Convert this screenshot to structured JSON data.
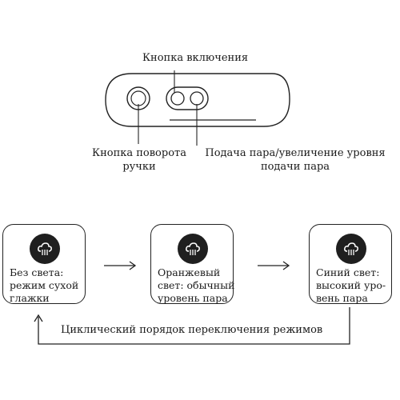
{
  "top_labels": {
    "power_button": "Кнопка включения",
    "handle_rotate_1": "Кнопка поворота",
    "handle_rotate_2": "ручки",
    "steam_1": "Подача пара/увеличение уровня",
    "steam_2": "подачи пара"
  },
  "modes": [
    {
      "line1": "Без света:",
      "line2": "режим сухой",
      "line3": "глажки",
      "icon": "steam-cloud-icon"
    },
    {
      "line1": "Оранжевый",
      "line2": "свет: обычный",
      "line3": "уровень пара",
      "icon": "steam-cloud-icon"
    },
    {
      "line1": "Синий свет:",
      "line2": "высокий уро-",
      "line3": "вень пара",
      "icon": "steam-cloud-icon"
    }
  ],
  "cycle_label": "Циклический порядок переключения режимов"
}
